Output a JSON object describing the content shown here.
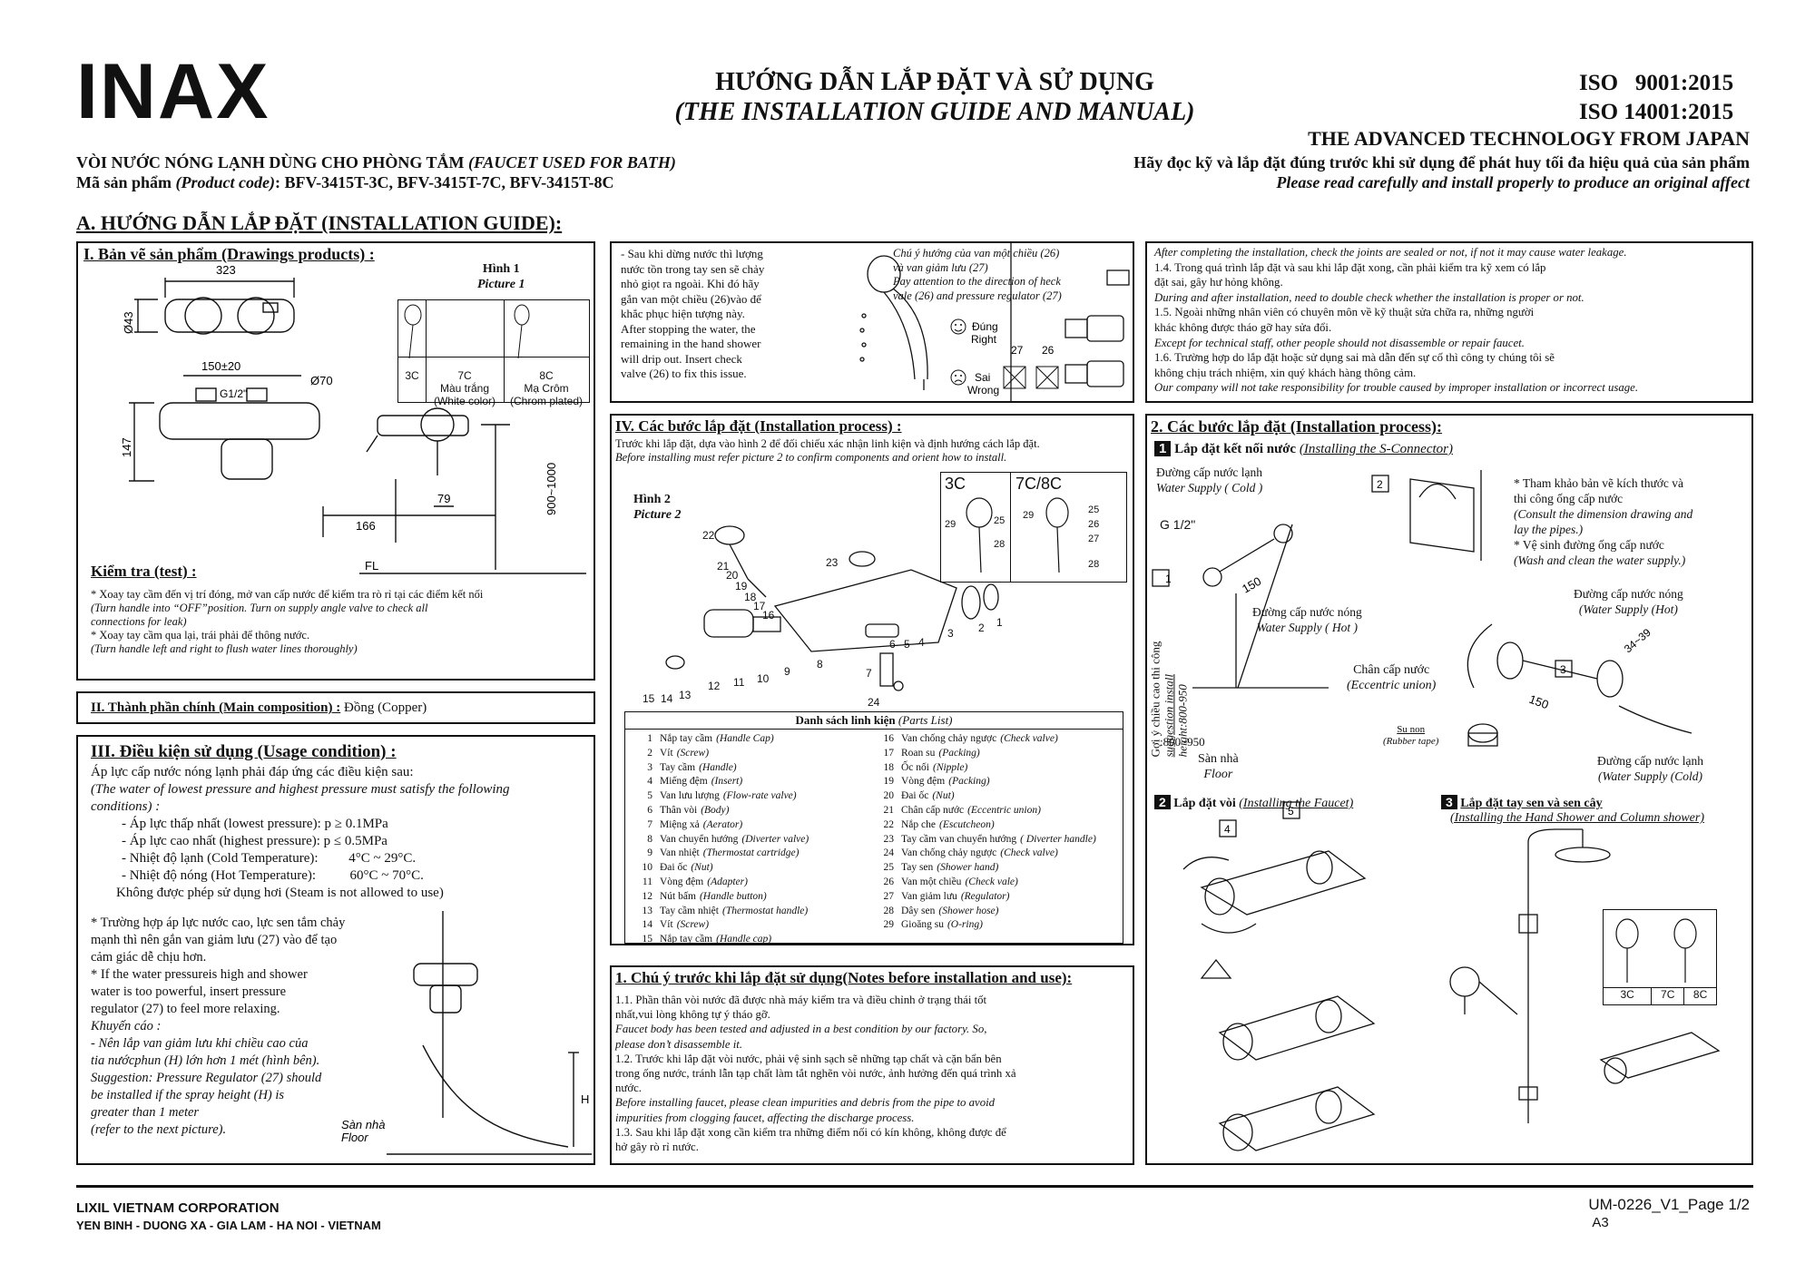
{
  "header": {
    "logo": "INAX",
    "title_vi": "HƯỚNG DẪN LẮP ĐẶT VÀ SỬ DỤNG",
    "title_en": "(THE INSTALLATION GUIDE AND MANUAL)",
    "iso1": "ISO   9001:2015",
    "iso2": "ISO 14001:2015",
    "tagline": "THE ADVANCED TECHNOLOGY FROM JAPAN",
    "product_vi": "VÒI NƯỚC NÓNG LẠNH DÙNG CHO PHÒNG TẮM",
    "product_en": "(FAUCET USED FOR BATH)",
    "code_label": "Mã sản phẩm",
    "code_label_en": "(Product code)",
    "codes": ": BFV-3415T-3C, BFV-3415T-7C, BFV-3415T-8C",
    "read_vi": "Hãy đọc kỹ và lắp đặt đúng trước khi sử dụng để phát huy tối đa hiệu quả của sản phẩm",
    "read_en": "Please read carefully and install properly to produce an original affect"
  },
  "sectionA": "A. HƯỚNG DẪN LẮP ĐẶT (INSTALLATION GUIDE):",
  "sec1": {
    "title": "I. Bản vẽ sản phẩm (Drawings products) :",
    "picture_vi": "Hình 1",
    "picture_en": "Picture 1",
    "dims": {
      "d323": "323",
      "d43": "Ø43",
      "d150": "150±20",
      "d70": "Ø70",
      "g12": "G1/2\"",
      "d147": "147",
      "d79": "79",
      "d166": "166",
      "d900": "900~1000",
      "fl": "FL"
    },
    "variants": [
      {
        "code": "3C",
        "vi": "",
        "en": ""
      },
      {
        "code": "7C",
        "vi": "Màu trắng",
        "en": "(White color)"
      },
      {
        "code": "8C",
        "vi": "Mạ Crôm",
        "en": "(Chrom plated)"
      }
    ],
    "test_title": "Kiểm tra (test) :",
    "test_lines": [
      "* Xoay tay cầm đến vị trí đóng, mở van cấp nước để kiểm tra rò rỉ tại các điểm kết nối",
      "(Turn handle into “OFF”position.  Turn on supply angle valve to check all",
      " connections for leak)",
      "* Xoay tay cầm qua lại, trái phải để thông nước.",
      "(Turn handle left and right to flush water lines thoroughly)"
    ]
  },
  "sec2": {
    "title": "II. Thành phần chính (Main composition) :",
    "value": " Đồng (Copper)"
  },
  "sec3": {
    "title": "III. Điều kiện sử dụng (Usage condition) :",
    "lines": [
      "Áp lực cấp nước nóng lạnh phải đáp ứng các điều kiện sau:",
      "(The water of  lowest pressure and highest pressure must satisfy the following",
      "conditions) :",
      "- Áp lực thấp nhất (lowest pressure): p ≥ 0.1MPa",
      "- Áp lực cao nhất (highest pressure): p ≤ 0.5MPa",
      "- Nhiệt độ lạnh (Cold Temperature):         4°C ~ 29°C.",
      "- Nhiệt độ nóng (Hot Temperature):          60°C ~ 70°C.",
      "Không được phép sử dụng hơi (Steam is not allowed to use)"
    ],
    "note_lines": [
      "* Trường hợp áp lực nước cao, lực sen tắm chảy",
      "mạnh thì nên gắn van giảm lưu (27) vào để tạo",
      "cảm giác dễ chịu hơn.",
      "* If the water pressureis high and shower",
      "water is too powerful, insert pressure",
      "regulator (27) to feel more relaxing.",
      "Khuyến cáo :",
      "- Nên lắp van giảm lưu khi chiều cao của",
      "tia nướcphun (H) lớn hơn 1 mét  (hình bên).",
      "Suggestion: Pressure Regulator (27) should",
      "be installed if the spray height (H) is",
      "greater than 1 meter",
      "(refer to the next picture)."
    ],
    "floor_vi": "Sàn nhà",
    "floor_en": "Floor",
    "h": "H"
  },
  "checkvalve": {
    "vi_lines": [
      "- Sau khi dừng nước thì lượng",
      "nước tồn trong tay sen sẽ chảy",
      "nhỏ giọt ra ngoài. Khi đó hãy",
      "gắn van một chiều (26)vào để",
      "khắc phục hiện tượng này."
    ],
    "en_lines": [
      "After stopping the water, the",
      "remaining  in the hand shower",
      "will drip out. Insert check",
      "valve (26) to fix this issue."
    ],
    "note_lines": [
      "Chú ý hướng của van một chiều (26)",
      "và van giảm lưu (27)",
      "Pay attention to the direction of heck",
      "vale (26) and pressure regulator (27)"
    ],
    "right_vi": "Đúng",
    "right_en": "Right",
    "wrong_vi": "Sai",
    "wrong_en": "Wrong",
    "n27": "27",
    "n26": "26"
  },
  "sec4": {
    "title": "IV. Các bước lắp đặt (Installation process) :",
    "line_vi": "Trước khi lắp đặt, dựa vào hình 2 để đối chiếu xác nhận linh kiện và định hướng cách lắp đặt.",
    "line_en": "Before installing must refer picture 2 to confirm components and orient how to install.",
    "picture_vi": "Hình 2",
    "picture_en": "Picture 2",
    "shower3c": "3C",
    "shower78c": "7C/8C",
    "parts_title": "Danh sách linh kiện",
    "parts_title_en": "(Parts List)",
    "parts_left": [
      [
        "1",
        "Nắp tay cầm",
        "(Handle  Cap)"
      ],
      [
        "2",
        "Vít",
        "(Screw)"
      ],
      [
        "3",
        "Tay cầm",
        "(Handle)"
      ],
      [
        "4",
        "Miếng đệm",
        "(Insert)"
      ],
      [
        "5",
        "Van lưu lượng",
        "(Flow-rate valve)"
      ],
      [
        "6",
        "Thân vòi",
        "(Body)"
      ],
      [
        "7",
        "Miệng xả",
        "(Aerator)"
      ],
      [
        "8",
        "Van chuyển hướng",
        "(Diverter valve)"
      ],
      [
        "9",
        "Van nhiệt",
        "(Thermostat cartridge)"
      ],
      [
        "10",
        "Đai ốc",
        "(Nut)"
      ],
      [
        "11",
        "Vòng đệm",
        "(Adapter)"
      ],
      [
        "12",
        "Nút bấm",
        "(Handle button)"
      ],
      [
        "13",
        "Tay cầm nhiệt",
        "(Thermostat handle)"
      ],
      [
        "14",
        "Vít",
        "(Screw)"
      ],
      [
        "15",
        "Nắp tay cầm",
        "(Handle cap)"
      ]
    ],
    "parts_right": [
      [
        "16",
        "Van chống chảy ngược",
        "(Check valve)"
      ],
      [
        "17",
        "Roan su",
        "(Packing)"
      ],
      [
        "18",
        "Ốc nối",
        "(Nipple)"
      ],
      [
        "19",
        "Vòng đệm",
        "(Packing)"
      ],
      [
        "20",
        "Đai ốc",
        "(Nut)"
      ],
      [
        "21",
        "Chân cấp nước",
        "(Eccentric union)"
      ],
      [
        "22",
        "Nắp che",
        "(Escutcheon)"
      ],
      [
        "23",
        "Tay cầm van chuyển hướng",
        "( Diverter handle)"
      ],
      [
        "24",
        "Van chống chảy ngược",
        "(Check valve)"
      ],
      [
        "25",
        "Tay sen",
        "(Shower hand)"
      ],
      [
        "26",
        "Van một chiều",
        "(Check vale)"
      ],
      [
        "27",
        "Van giảm lưu",
        "(Regulator)"
      ],
      [
        "28",
        "Dây sen",
        "(Shower hose)"
      ],
      [
        "29",
        "Gioăng su",
        "(O-ring)"
      ]
    ]
  },
  "notes1": {
    "title": "1. Chú ý trước khi lắp đặt sử dụng(Notes before installation and use):",
    "lines": [
      "1.1. Phần thân vòi nước đã được nhà máy kiểm tra và điều chỉnh ở trạng thái tốt",
      "nhất,vui lòng không tự ý tháo gỡ.",
      "Faucet body has been tested and adjusted in a best condition by our factory. So,",
      "please don’t disassemble it.",
      "1.2. Trước khi lắp đặt vòi nước, phải vệ sinh sạch sẽ những tạp chất và cặn bẩn bên",
      "trong ống nước, tránh lẫn tạp chất làm tắt nghẽn vòi nước, ảnh hưởng đến quá trình xả",
      "nước.",
      "Before installing faucet, please clean impurities and debris from the pipe to avoid",
      "impurities from clogging faucet, affecting the discharge process.",
      "1.3. Sau khi lắp đặt xong cần kiểm tra những điểm nối có kín không, không được để",
      "hở gây rò rỉ nước."
    ]
  },
  "notes2": {
    "lines": [
      "After completing the installation, check the joints are sealed or not, if not it may  cause  water leakage.",
      "1.4. Trong quá trình lắp đặt và sau khi lắp đặt xong, cần phải kiểm tra kỹ xem có lắp",
      "đặt sai, gây hư hỏng không.",
      "During and after installation, need to double check whether the installation is proper or not.",
      "1.5. Ngoài những nhân viên có chuyên môn về kỹ thuật sửa chữa ra, những người",
      "khác không được tháo gỡ hay sửa đổi.",
      " Except for technical staff, other people should not disassemble or repair faucet.",
      "1.6. Trường hợp do lắp đặt hoặc sử dụng sai mà dẫn đến sự cố thì công ty chúng tôi sẽ",
      "không chịu trách nhiệm, xin quý khách hàng thông cảm.",
      " Our company will not take responsibility for trouble caused by improper installation or incorrect usage."
    ]
  },
  "sec2b": {
    "title": "2. Các bước lắp đặt (Installation process):",
    "step1": "Lắp đặt kết nối nước",
    "step1_en": "(Installing the S-Connector)",
    "supply_cold_vi": "Đường cấp nước lạnh",
    "supply_cold_en": "Water Supply ( Cold )",
    "g12": "G 1/2\"",
    "ref_lines": [
      "* Tham khảo bản vẽ kích thước và",
      "  thi công ống cấp nước",
      "  (Consult the dimension drawing and",
      "  lay the pipes.)",
      "* Vệ sinh đường ống cấp nước",
      "  (Wash and clean the water supply.)"
    ],
    "d150": "150",
    "hot_vi": "Đường cấp nước nóng",
    "hot_en": "Water Supply ( Hot )",
    "hot2_vi": "Đường cấp nước nóng",
    "hot2_en": "(Water Supply  (Hot)",
    "union_vi": "Chân cấp nước",
    "union_en": "(Eccentric union)",
    "tape_vi": "Su non",
    "tape_en": "(Rubber tape)",
    "cold2_vi": "Đường cấp nước lạnh",
    "cold2_en": "(Water Supply (Cold)",
    "vert1": "Gợi ý chiều cao thi công",
    "vert2": "suggestion install",
    "vert3": "height:800-950",
    "vert4": ":800~950",
    "floor_vi": "Sàn nhà",
    "floor_en": "Floor",
    "d3439": "34~39",
    "step2": "Lắp đặt vòi",
    "step2_en": "(Installing the Faucet)",
    "step3": "Lắp đặt tay sen và sen cây",
    "step3_en": "(Installing the Hand Shower and Column shower)",
    "c3": "3C",
    "c7": "7C",
    "c8": "8C",
    "b1": "1",
    "b2": "2",
    "b3": "3",
    "b4": "4",
    "b5": "5",
    "s1": "1",
    "s2": "2",
    "s3": "3"
  },
  "footer": {
    "company": "LIXIL VIETNAM CORPORATION",
    "address": "YEN BINH - DUONG XA - GIA LAM - HA NOI - VIETNAM",
    "docno": "UM-0226_V1_Page 1/2",
    "size": "A3"
  }
}
